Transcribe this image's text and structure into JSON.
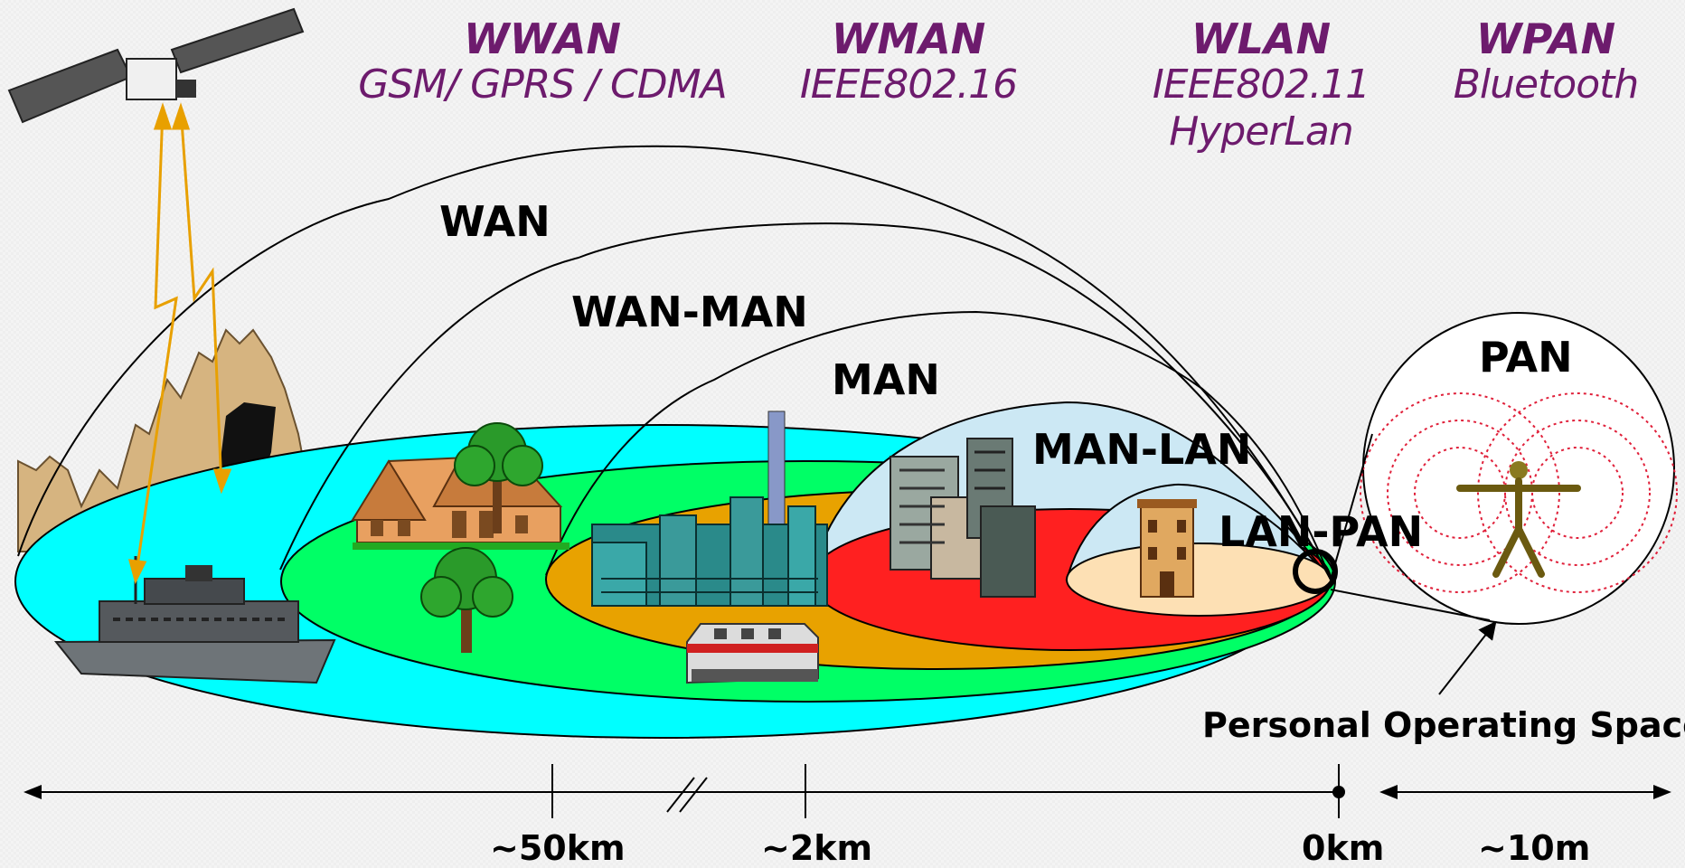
{
  "standards": [
    {
      "name": "WWAN",
      "protocols": [
        "GSM/ GPRS / CDMA"
      ]
    },
    {
      "name": "WMAN",
      "protocols": [
        "IEEE802.16"
      ]
    },
    {
      "name": "WLAN",
      "protocols": [
        "IEEE802.11",
        "HyperLan"
      ]
    },
    {
      "name": "WPAN",
      "protocols": [
        "Bluetooth"
      ]
    }
  ],
  "zones": {
    "wan": "WAN",
    "wan_man": "WAN-MAN",
    "man": "MAN",
    "man_lan": "MAN-LAN",
    "lan_pan": "LAN-PAN",
    "pan": "PAN"
  },
  "personal_space_label": "Personal Operating Space",
  "distance_axis": {
    "ticks": [
      "~50km",
      "~2km",
      "0km"
    ],
    "pan_range": "~10m"
  },
  "colors": {
    "wan": "#00ffff",
    "wan_man": "#00ff66",
    "man": "#e8a200",
    "man_lan": "#ff2020",
    "lan_pan": "#fde0b4",
    "standard_text": "#6d1b6d",
    "satellite_link": "#e8a000"
  },
  "icons": [
    "satellite-icon",
    "mountain-icon",
    "ship-icon",
    "house-icon",
    "tree-icon",
    "factory-icon",
    "train-icon",
    "office-buildings-icon",
    "small-building-icon",
    "person-icon"
  ]
}
